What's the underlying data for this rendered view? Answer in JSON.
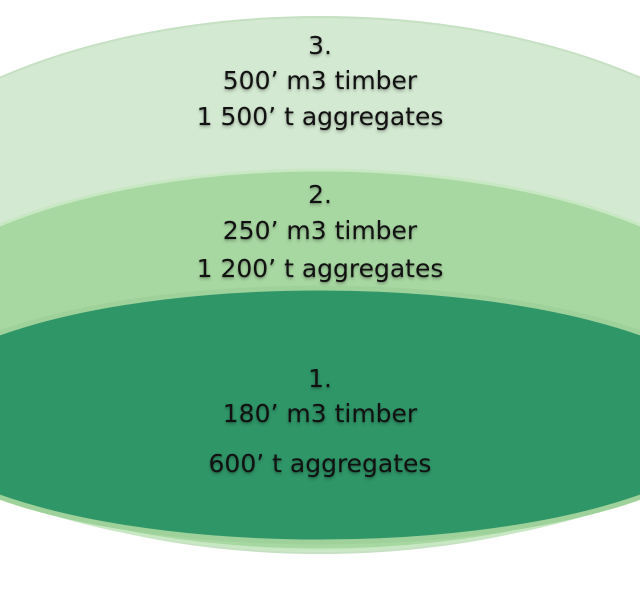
{
  "colors": {
    "level_3": "#d3e9d1",
    "level_2": "#a8d8a2",
    "level_1": "#2f9668",
    "background": "#ffffff"
  },
  "levels": [
    {
      "number": "1.",
      "timber": "180’ m3 timber",
      "aggregates": "600’ t aggregates"
    },
    {
      "number": "2.",
      "timber": "250’ m3 timber",
      "aggregates": "1 200’ t aggregates"
    },
    {
      "number": "3.",
      "timber": "500’ m3 timber",
      "aggregates": "1 500’ t aggregates"
    }
  ]
}
